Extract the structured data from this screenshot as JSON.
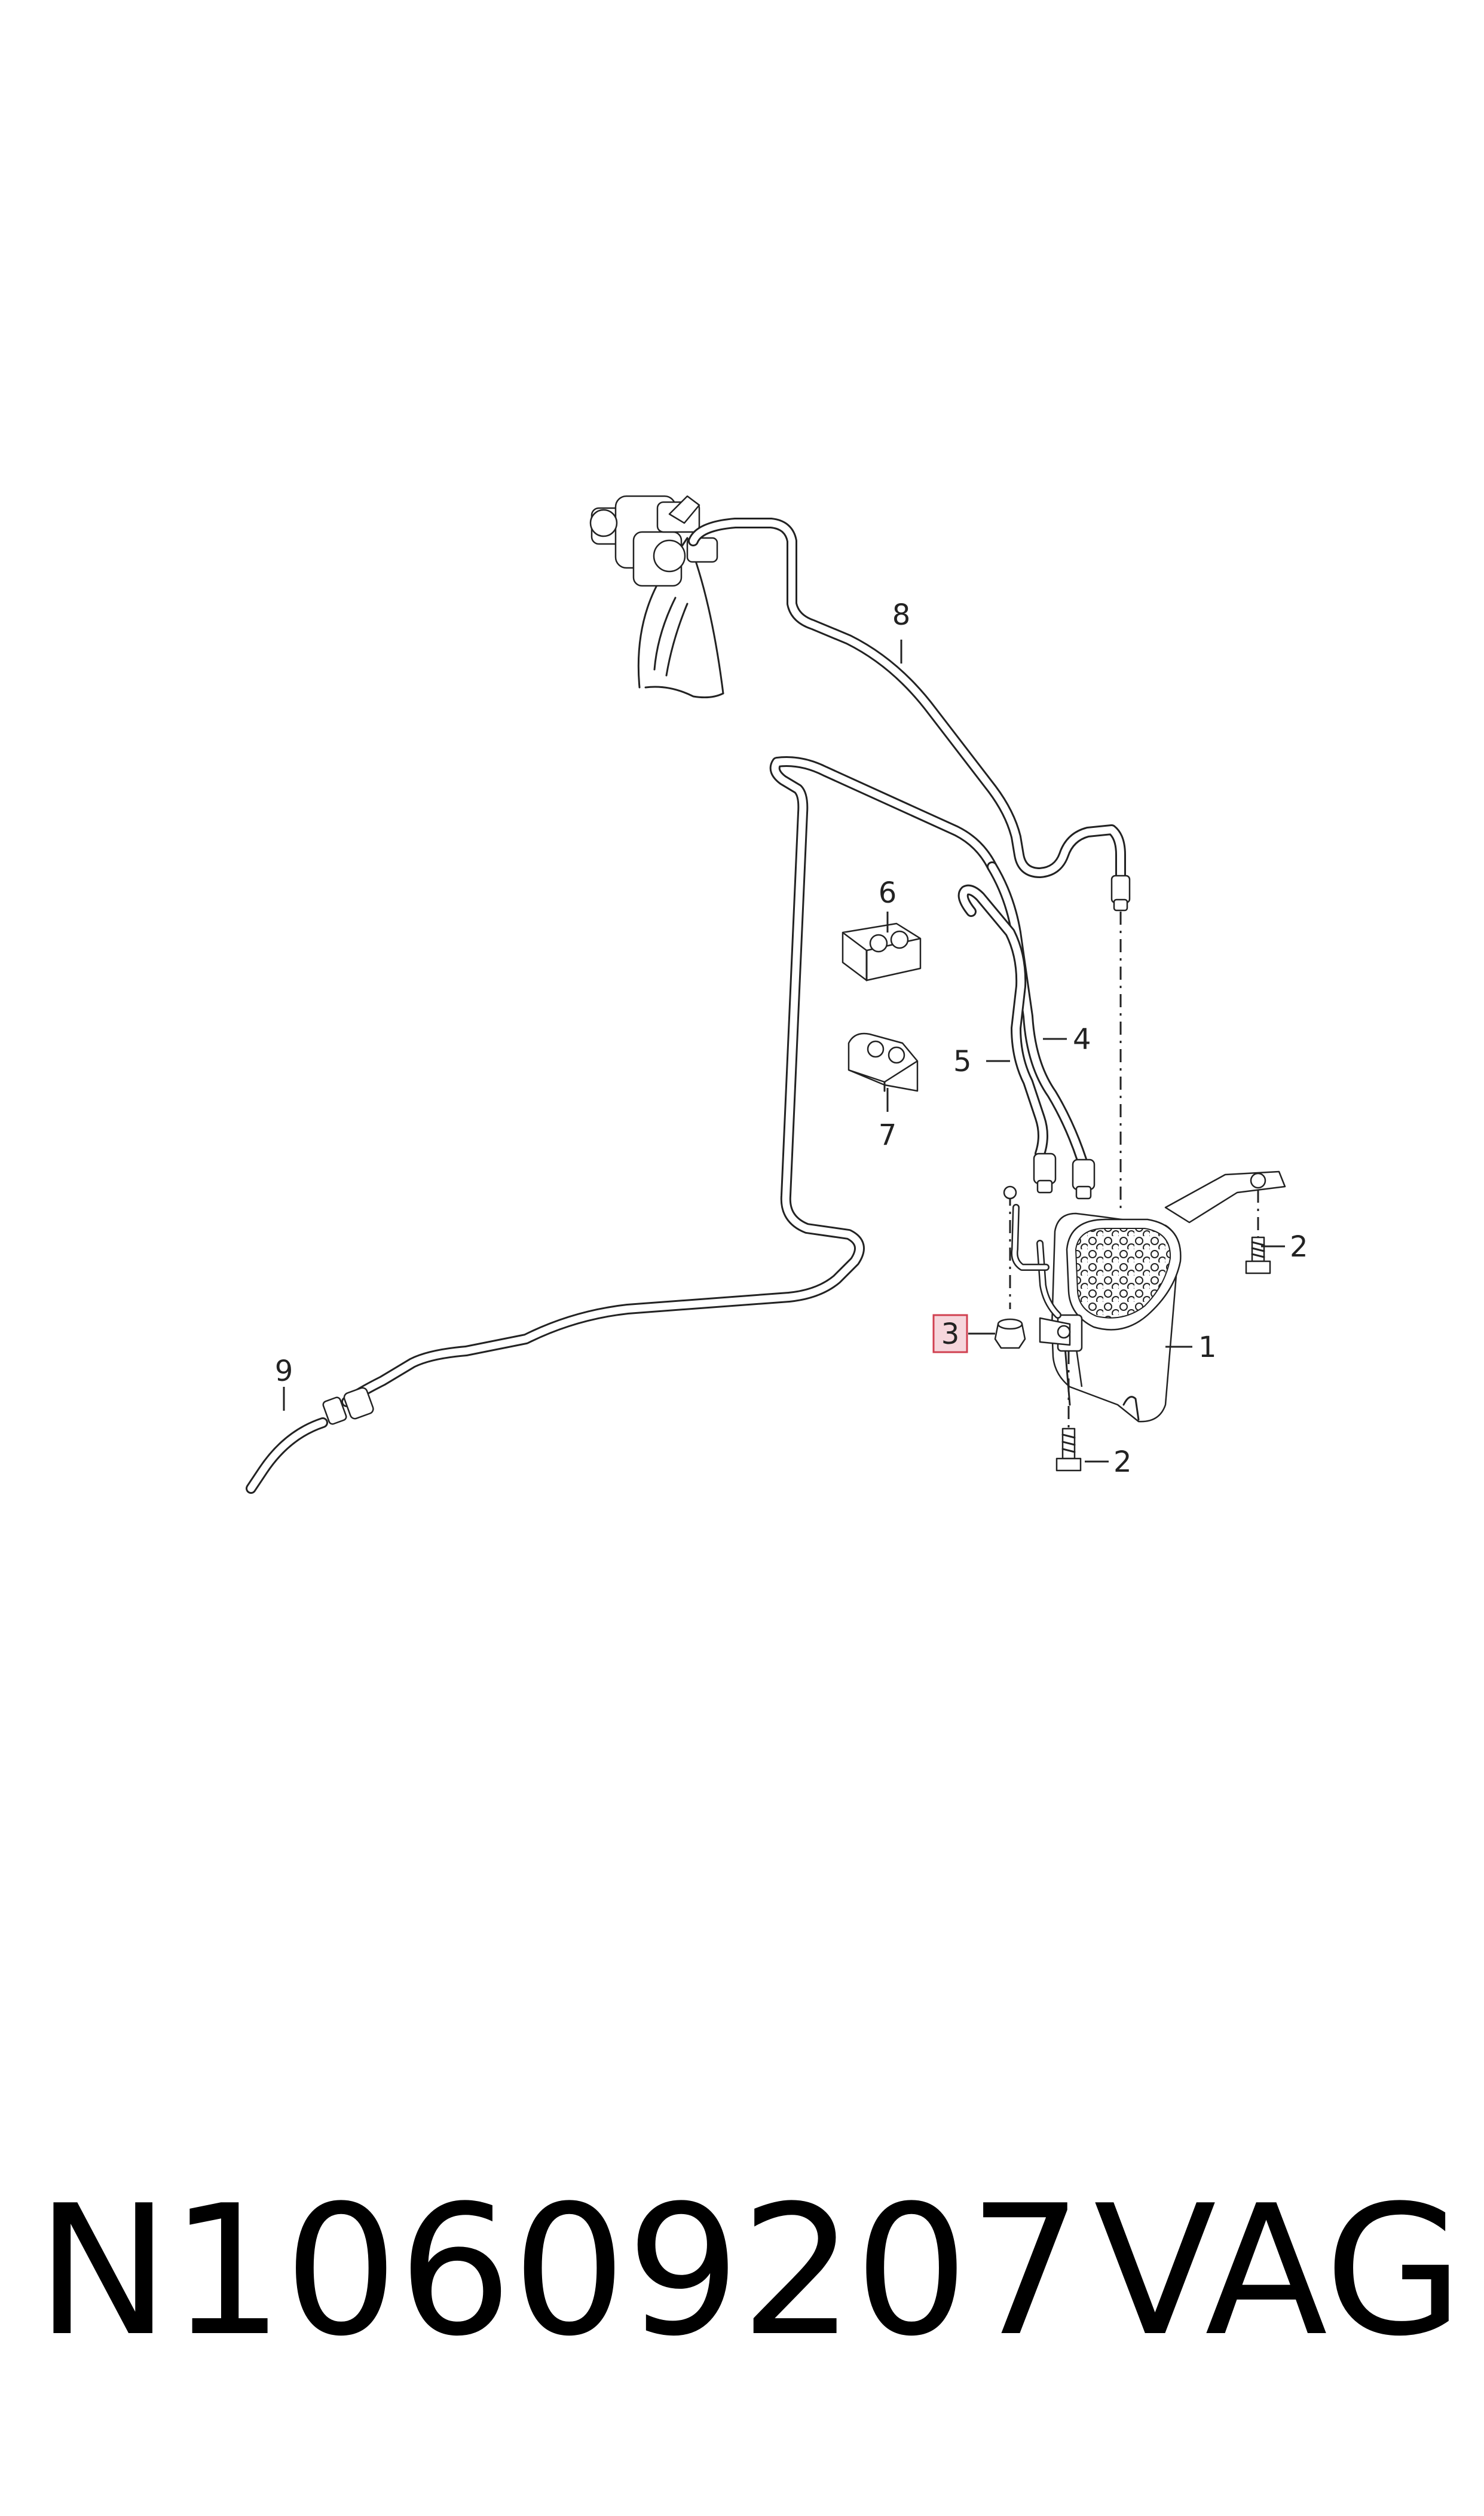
{
  "diagram": {
    "callouts": [
      {
        "id": "1",
        "text": "1",
        "highlighted": false
      },
      {
        "id": "2a",
        "text": "2",
        "highlighted": false
      },
      {
        "id": "2b",
        "text": "2",
        "highlighted": false
      },
      {
        "id": "3",
        "text": "3",
        "highlighted": true
      },
      {
        "id": "4",
        "text": "4",
        "highlighted": false
      },
      {
        "id": "5",
        "text": "5",
        "highlighted": false
      },
      {
        "id": "6",
        "text": "6",
        "highlighted": false
      },
      {
        "id": "7",
        "text": "7",
        "highlighted": false
      },
      {
        "id": "8",
        "text": "8",
        "highlighted": false
      },
      {
        "id": "9",
        "text": "9",
        "highlighted": false
      }
    ],
    "colors": {
      "line": "#222222",
      "highlight_fill": "#f6d6dc",
      "highlight_stroke": "#d04050",
      "background": "#ffffff"
    }
  },
  "footer": {
    "part_number": "N10609207",
    "brand": "VAG"
  }
}
